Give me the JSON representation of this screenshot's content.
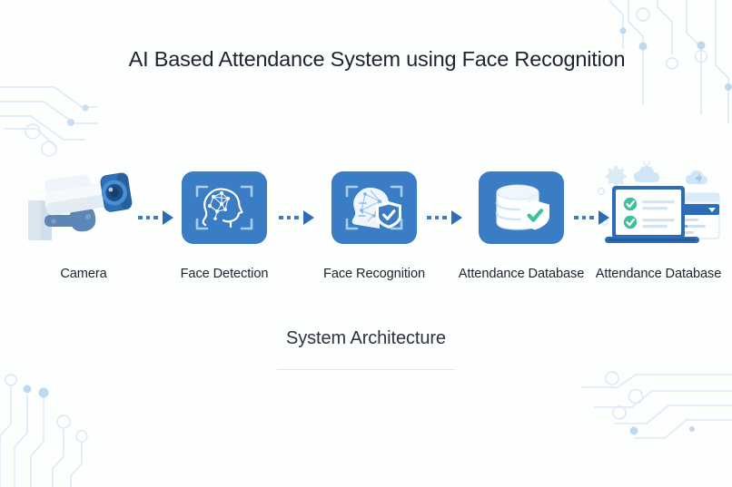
{
  "title": "AI Based Attendance System using Face Recognition",
  "caption": "System Architecture",
  "colors": {
    "tile_blue": "#3a7dc4",
    "arrow_blue": "#2d6db5",
    "check_green": "#3fbf9a",
    "text_dark": "#1b2430",
    "circuit_blue": "#d5e5f2",
    "background": "#fdfefe"
  },
  "flow": {
    "nodes": [
      {
        "label": "Camera",
        "icon": "cctv-camera-icon"
      },
      {
        "label": "Face Detection",
        "icon": "face-detection-icon"
      },
      {
        "label": "Face Recognition",
        "icon": "face-recognition-icon"
      },
      {
        "label": "Attendance Database",
        "icon": "database-shield-icon"
      },
      {
        "label": "Attendance Database",
        "icon": "laptop-checklist-icon"
      }
    ],
    "arrows": [
      {
        "name": "arrow-camera-to-detection",
        "style": "dashed-with-head"
      },
      {
        "name": "arrow-detection-to-recognition",
        "style": "dashed-with-head"
      },
      {
        "name": "arrow-recognition-to-database",
        "style": "dashed-with-head"
      },
      {
        "name": "arrow-database-to-records",
        "style": "dashed-with-head"
      }
    ]
  },
  "decorations": [
    {
      "name": "circuit-top-right"
    },
    {
      "name": "circuit-left-middle"
    },
    {
      "name": "circuit-bottom-right"
    },
    {
      "name": "circuit-bottom-left"
    }
  ]
}
